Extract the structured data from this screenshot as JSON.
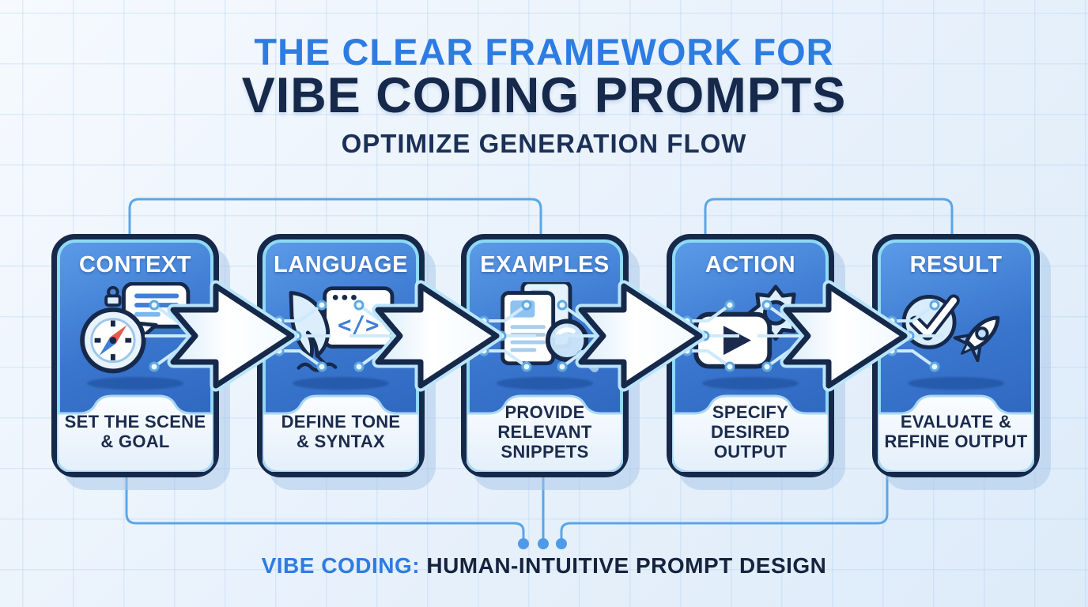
{
  "header": {
    "title_line1": "THE CLEAR FRAMEWORK FOR",
    "title_line2": "VIBE CODING PROMPTS",
    "subtitle": "OPTIMIZE GENERATION FLOW"
  },
  "steps": [
    {
      "label": "CONTEXT",
      "icon": "compass-chat-icon",
      "description": "SET THE SCENE & GOAL",
      "description_lines": [
        "SET THE SCENE",
        "& GOAL"
      ]
    },
    {
      "label": "LANGUAGE",
      "icon": "quill-code-icon",
      "description": "DEFINE TONE & SYNTAX",
      "description_lines": [
        "DEFINE TONE",
        "& SYNTAX"
      ]
    },
    {
      "label": "EXAMPLES",
      "icon": "documents-magnifier-icon",
      "description": "PROVIDE RELEVANT SNIPPETS",
      "description_lines": [
        "PROVIDE",
        "RELEVANT",
        "SNIPPETS"
      ]
    },
    {
      "label": "ACTION",
      "icon": "play-gear-icon",
      "description": "SPECIFY DESIRED OUTPUT",
      "description_lines": [
        "SPECIFY",
        "DESIRED",
        "OUTPUT"
      ]
    },
    {
      "label": "RESULT",
      "icon": "check-rocket-icon",
      "description": "EVALUATE & REFINE OUTPUT",
      "description_lines": [
        "EVALUATE &",
        "REFINE OUTPUT"
      ]
    }
  ],
  "footer": {
    "highlight": "VIBE CODING:",
    "text": "HUMAN-INTUITIVE PROMPT DESIGN"
  },
  "colors": {
    "background": "#ebf3fc",
    "title_blue": "#2d7ce2",
    "navy": "#16294a",
    "card_blue_top": "#5c9ce8",
    "card_blue_bottom": "#2a60b8",
    "card_border": "#16294a",
    "inner_glow_cyan": "#8fd9f4",
    "panel_white": "#f4fafe",
    "connector_blue": "#58a6ea",
    "accent_light_blue": "#bfe0f8",
    "compass_needle_red": "#e25c4c"
  }
}
